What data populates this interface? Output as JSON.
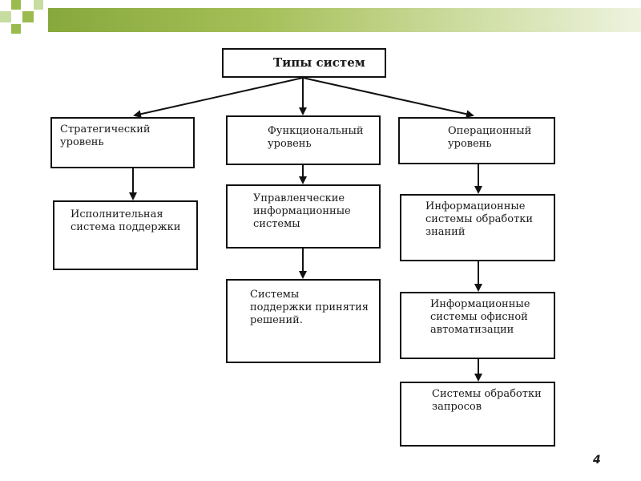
{
  "slide": {
    "page_number": "4",
    "accent_colors": [
      "#87a83c",
      "#a4bf57",
      "#cddca0"
    ]
  },
  "diagram": {
    "root": "Типы систем",
    "levels": [
      {
        "label": "Стратегический\nуровень"
      },
      {
        "label": "Функциональный\nуровень"
      },
      {
        "label": "Операционный\nуровень"
      }
    ],
    "nodes": {
      "executive_support": "Исполнительная\nсистема поддержки",
      "management_is": "Управленческие\nинформационные\nсистемы",
      "decision_support": "Системы\nподдержки принятия\nрешений.",
      "knowledge_processing": "Информационные\nсистемы обработки\nзнаний",
      "office_automation": "Информационные\nсистемы офисной\nавтоматизации",
      "query_processing": "Системы обработки\nзапросов"
    }
  }
}
